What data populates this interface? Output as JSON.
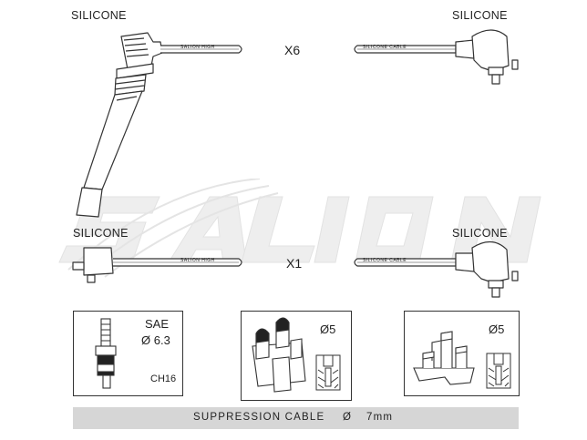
{
  "labels": {
    "top_left": "SILICONE",
    "top_right": "SILICONE",
    "mid_left": "SILICONE",
    "mid_right": "SILICONE"
  },
  "quantities": {
    "top": "X6",
    "mid": "X1"
  },
  "wire_prints": {
    "left": "SALION  HIGH",
    "right": "SILICONE CABLE"
  },
  "watermark": "SALION",
  "boxes": {
    "plug": {
      "standard": "SAE",
      "diameter": "Ø 6.3",
      "code": "CH16"
    },
    "coil": {
      "diameter": "Ø5"
    },
    "distributor": {
      "diameter": "Ø5"
    }
  },
  "footer": {
    "label": "SUPPRESSION CABLE",
    "diameter_symbol": "Ø",
    "size": "7mm"
  }
}
